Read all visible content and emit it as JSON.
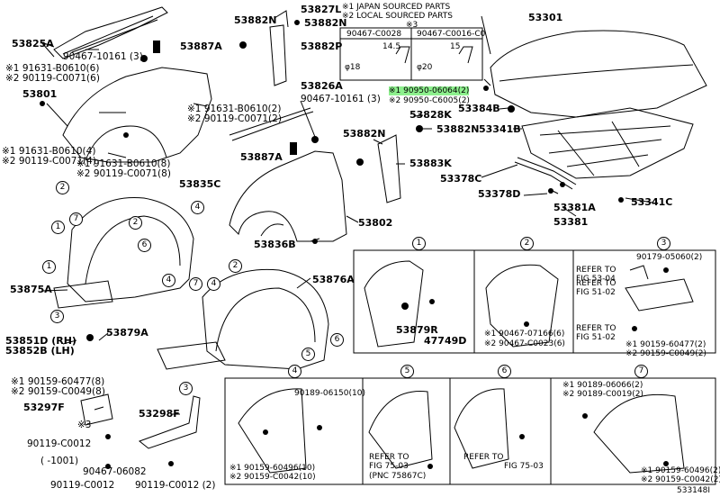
{
  "diagram_id": "533148I",
  "legend": {
    "japan": "※1 JAPAN SOURCED PARTS",
    "local": "※2 LOCAL SOURCED PARTS",
    "ref": "※3"
  },
  "clip_table": {
    "col1": "90467-C0028",
    "col2": "90467-C0016-C0",
    "d1": "14.5",
    "d2": "15",
    "dia1": "φ18",
    "dia2": "φ20"
  },
  "labels": {
    "p53827L": "53827L",
    "p53882N_top": "53882N",
    "p53882N_top2": "53882N",
    "p53882P": "53882P",
    "p53825A": "53825A",
    "p90467_10161_a": "90467-10161 (3)",
    "p53887A_top": "53887A",
    "s1_91631_a": "※1 91631-B0610(6)",
    "s2_90119_a": "※2 90119-C0071(6)",
    "p53801": "53801",
    "s1_91631_b": "※1 91631-B0610(2)",
    "s2_90119_b": "※2 90119-C0071(2)",
    "p53826A": "53826A",
    "p90467_10161_b": "90467-10161 (3)",
    "s1_91631_c": "※1 91631-B0610(4)",
    "s2_90119_c": "※2 90119-C0071(4)",
    "s1_91631_d": "※1 91631-B0610(8)",
    "s2_90119_d": "※2 90119-C0071(8)",
    "p53835C": "53835C",
    "p53887A_mid": "53887A",
    "p53301": "53301",
    "s1_90950": "※1 90950-06064(2)",
    "s2_90950": "※2 90950-C6005(2)",
    "p53384B": "53384B",
    "p53828K": "53828K",
    "p53882N_mid": "53882N",
    "p53341B": "53341B",
    "p53882N_left": "53882N",
    "p53883K": "53883K",
    "p53378C": "53378C",
    "p53378D": "53378D",
    "p53381A": "53381A",
    "p53381": "53381",
    "p53341C": "53341C",
    "p53802": "53802",
    "p53836B": "53836B",
    "p53875A": "53875A",
    "p53876A": "53876A",
    "p53879A": "53879A",
    "p53851D": "53851D (RH)",
    "p53852B": "53852B (LH)",
    "s1_90159_a": "※1 90159-60477(8)",
    "s2_90159_a": "※2 90159-C0049(8)",
    "p53297F": "53297F",
    "s3": "※3",
    "p90119_C0012_a": "90119-C0012",
    "range": "( -1001)",
    "p90467_06082": "90467-06082",
    "p90119_C0012_b": "90119-C0012",
    "p53298F": "53298F",
    "p90119_C0012_c": "90119-C0012 (2)",
    "p53879R": "53879R",
    "p47749D": "47749D",
    "s1_90467_07166": "※1 90467-07166(6)",
    "s2_90467_0023": "※2 90467-C0023(6)",
    "refer_fig53": "REFER TO",
    "fig53": "FIG 53-04",
    "p90179": "90179-05060(2)",
    "refer_fig51a": "REFER TO",
    "fig51a": "FIG 51-02",
    "refer_fig51b": "REFER TO",
    "fig51b": "FIG 51-02",
    "s1_90159_b": "※1 90159-60477(2)",
    "s2_90159_b": "※2 90159-C0049(2)",
    "p90189_06150": "90189-06150(10)",
    "s1_90159_c": "※1 90159-60496(10)",
    "s2_90159_c": "※2 90159-C0042(10)",
    "refer_75a": "REFER TO",
    "fig75a": "FIG 75-03",
    "pnc75867": "(PNC 75867C)",
    "refer_75b": "REFER TO",
    "fig75b": "FIG 75-03",
    "s1_90189_06066": "※1 90189-06066(2)",
    "s2_90189_0019": "※2 90189-C0019(2)",
    "s1_90159_d": "※1 90159-60496(2)",
    "s2_90159_d": "※2 90159-C0042(2)"
  },
  "callouts": [
    "1",
    "2",
    "3",
    "4",
    "5",
    "6",
    "7"
  ]
}
